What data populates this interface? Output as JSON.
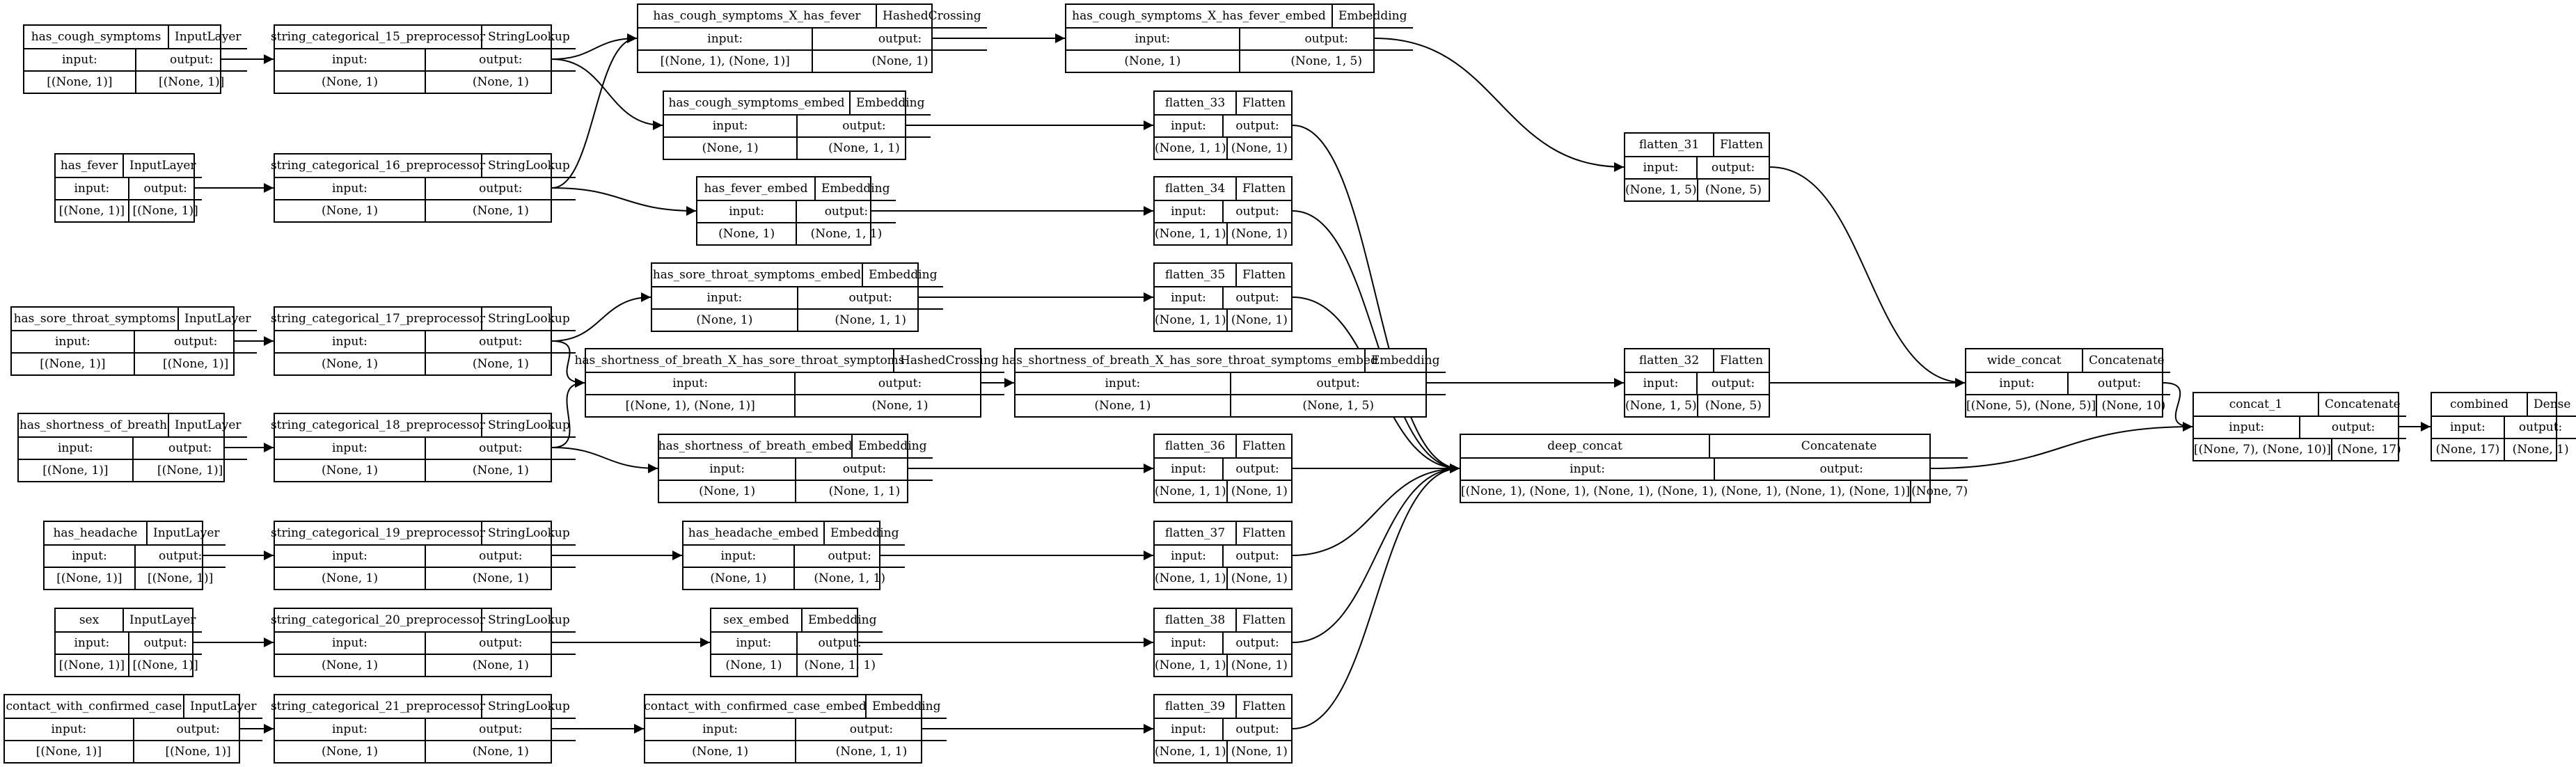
{
  "diagram": {
    "nodes": [
      {
        "id": "has_cough_symptoms",
        "name": "has_cough_symptoms",
        "type": "InputLayer",
        "input_label": "input:",
        "output_label": "output:",
        "input": "[(None, 1)]",
        "output": "[(None, 1)]"
      },
      {
        "id": "string_categorical_15_preprocessor",
        "name": "string_categorical_15_preprocessor",
        "type": "StringLookup",
        "input_label": "input:",
        "output_label": "output:",
        "input": "(None, 1)",
        "output": "(None, 1)"
      },
      {
        "id": "has_cough_symptoms_X_has_fever",
        "name": "has_cough_symptoms_X_has_fever",
        "type": "HashedCrossing",
        "input_label": "input:",
        "output_label": "output:",
        "input": "[(None, 1), (None, 1)]",
        "output": "(None, 1)"
      },
      {
        "id": "has_cough_symptoms_X_has_fever_embed",
        "name": "has_cough_symptoms_X_has_fever_embed",
        "type": "Embedding",
        "input_label": "input:",
        "output_label": "output:",
        "input": "(None, 1)",
        "output": "(None, 1, 5)"
      },
      {
        "id": "has_cough_symptoms_embed",
        "name": "has_cough_symptoms_embed",
        "type": "Embedding",
        "input_label": "input:",
        "output_label": "output:",
        "input": "(None, 1)",
        "output": "(None, 1, 1)"
      },
      {
        "id": "flatten_33",
        "name": "flatten_33",
        "type": "Flatten",
        "input_label": "input:",
        "output_label": "output:",
        "input": "(None, 1, 1)",
        "output": "(None, 1)"
      },
      {
        "id": "flatten_31",
        "name": "flatten_31",
        "type": "Flatten",
        "input_label": "input:",
        "output_label": "output:",
        "input": "(None, 1, 5)",
        "output": "(None, 5)"
      },
      {
        "id": "has_fever",
        "name": "has_fever",
        "type": "InputLayer",
        "input_label": "input:",
        "output_label": "output:",
        "input": "[(None, 1)]",
        "output": "[(None, 1)]"
      },
      {
        "id": "string_categorical_16_preprocessor",
        "name": "string_categorical_16_preprocessor",
        "type": "StringLookup",
        "input_label": "input:",
        "output_label": "output:",
        "input": "(None, 1)",
        "output": "(None, 1)"
      },
      {
        "id": "has_fever_embed",
        "name": "has_fever_embed",
        "type": "Embedding",
        "input_label": "input:",
        "output_label": "output:",
        "input": "(None, 1)",
        "output": "(None, 1, 1)"
      },
      {
        "id": "flatten_34",
        "name": "flatten_34",
        "type": "Flatten",
        "input_label": "input:",
        "output_label": "output:",
        "input": "(None, 1, 1)",
        "output": "(None, 1)"
      },
      {
        "id": "has_sore_throat_symptoms_embed",
        "name": "has_sore_throat_symptoms_embed",
        "type": "Embedding",
        "input_label": "input:",
        "output_label": "output:",
        "input": "(None, 1)",
        "output": "(None, 1, 1)"
      },
      {
        "id": "flatten_35",
        "name": "flatten_35",
        "type": "Flatten",
        "input_label": "input:",
        "output_label": "output:",
        "input": "(None, 1, 1)",
        "output": "(None, 1)"
      },
      {
        "id": "has_sore_throat_symptoms",
        "name": "has_sore_throat_symptoms",
        "type": "InputLayer",
        "input_label": "input:",
        "output_label": "output:",
        "input": "[(None, 1)]",
        "output": "[(None, 1)]"
      },
      {
        "id": "string_categorical_17_preprocessor",
        "name": "string_categorical_17_preprocessor",
        "type": "StringLookup",
        "input_label": "input:",
        "output_label": "output:",
        "input": "(None, 1)",
        "output": "(None, 1)"
      },
      {
        "id": "has_shortness_of_breath_X_has_sore_throat_symptoms",
        "name": "has_shortness_of_breath_X_has_sore_throat_symptoms",
        "type": "HashedCrossing",
        "input_label": "input:",
        "output_label": "output:",
        "input": "[(None, 1), (None, 1)]",
        "output": "(None, 1)"
      },
      {
        "id": "has_shortness_of_breath_X_has_sore_throat_symptoms_embed",
        "name": "has_shortness_of_breath_X_has_sore_throat_symptoms_embed",
        "type": "Embedding",
        "input_label": "input:",
        "output_label": "output:",
        "input": "(None, 1)",
        "output": "(None, 1, 5)"
      },
      {
        "id": "flatten_32",
        "name": "flatten_32",
        "type": "Flatten",
        "input_label": "input:",
        "output_label": "output:",
        "input": "(None, 1, 5)",
        "output": "(None, 5)"
      },
      {
        "id": "wide_concat",
        "name": "wide_concat",
        "type": "Concatenate",
        "input_label": "input:",
        "output_label": "output:",
        "input": "[(None, 5), (None, 5)]",
        "output": "(None, 10)"
      },
      {
        "id": "concat_1",
        "name": "concat_1",
        "type": "Concatenate",
        "input_label": "input:",
        "output_label": "output:",
        "input": "[(None, 7), (None, 10)]",
        "output": "(None, 17)"
      },
      {
        "id": "combined",
        "name": "combined",
        "type": "Dense",
        "input_label": "input:",
        "output_label": "output:",
        "input": "(None, 17)",
        "output": "(None, 1)"
      },
      {
        "id": "has_shortness_of_breath",
        "name": "has_shortness_of_breath",
        "type": "InputLayer",
        "input_label": "input:",
        "output_label": "output:",
        "input": "[(None, 1)]",
        "output": "[(None, 1)]"
      },
      {
        "id": "string_categorical_18_preprocessor",
        "name": "string_categorical_18_preprocessor",
        "type": "StringLookup",
        "input_label": "input:",
        "output_label": "output:",
        "input": "(None, 1)",
        "output": "(None, 1)"
      },
      {
        "id": "has_shortness_of_breath_embed",
        "name": "has_shortness_of_breath_embed",
        "type": "Embedding",
        "input_label": "input:",
        "output_label": "output:",
        "input": "(None, 1)",
        "output": "(None, 1, 1)"
      },
      {
        "id": "flatten_36",
        "name": "flatten_36",
        "type": "Flatten",
        "input_label": "input:",
        "output_label": "output:",
        "input": "(None, 1, 1)",
        "output": "(None, 1)"
      },
      {
        "id": "deep_concat",
        "name": "deep_concat",
        "type": "Concatenate",
        "input_label": "input:",
        "output_label": "output:",
        "input": "[(None, 1), (None, 1), (None, 1), (None, 1), (None, 1), (None, 1), (None, 1)]",
        "output": "(None, 7)"
      },
      {
        "id": "has_headache",
        "name": "has_headache",
        "type": "InputLayer",
        "input_label": "input:",
        "output_label": "output:",
        "input": "[(None, 1)]",
        "output": "[(None, 1)]"
      },
      {
        "id": "string_categorical_19_preprocessor",
        "name": "string_categorical_19_preprocessor",
        "type": "StringLookup",
        "input_label": "input:",
        "output_label": "output:",
        "input": "(None, 1)",
        "output": "(None, 1)"
      },
      {
        "id": "has_headache_embed",
        "name": "has_headache_embed",
        "type": "Embedding",
        "input_label": "input:",
        "output_label": "output:",
        "input": "(None, 1)",
        "output": "(None, 1, 1)"
      },
      {
        "id": "flatten_37",
        "name": "flatten_37",
        "type": "Flatten",
        "input_label": "input:",
        "output_label": "output:",
        "input": "(None, 1, 1)",
        "output": "(None, 1)"
      },
      {
        "id": "sex",
        "name": "sex",
        "type": "InputLayer",
        "input_label": "input:",
        "output_label": "output:",
        "input": "[(None, 1)]",
        "output": "[(None, 1)]"
      },
      {
        "id": "string_categorical_20_preprocessor",
        "name": "string_categorical_20_preprocessor",
        "type": "StringLookup",
        "input_label": "input:",
        "output_label": "output:",
        "input": "(None, 1)",
        "output": "(None, 1)"
      },
      {
        "id": "sex_embed",
        "name": "sex_embed",
        "type": "Embedding",
        "input_label": "input:",
        "output_label": "output:",
        "input": "(None, 1)",
        "output": "(None, 1, 1)"
      },
      {
        "id": "flatten_38",
        "name": "flatten_38",
        "type": "Flatten",
        "input_label": "input:",
        "output_label": "output:",
        "input": "(None, 1, 1)",
        "output": "(None, 1)"
      },
      {
        "id": "contact_with_confirmed_case",
        "name": "contact_with_confirmed_case",
        "type": "InputLayer",
        "input_label": "input:",
        "output_label": "output:",
        "input": "[(None, 1)]",
        "output": "[(None, 1)]"
      },
      {
        "id": "string_categorical_21_preprocessor",
        "name": "string_categorical_21_preprocessor",
        "type": "StringLookup",
        "input_label": "input:",
        "output_label": "output:",
        "input": "(None, 1)",
        "output": "(None, 1)"
      },
      {
        "id": "contact_with_confirmed_case_embed",
        "name": "contact_with_confirmed_case_embed",
        "type": "Embedding",
        "input_label": "input:",
        "output_label": "output:",
        "input": "(None, 1)",
        "output": "(None, 1, 1)"
      },
      {
        "id": "flatten_39",
        "name": "flatten_39",
        "type": "Flatten",
        "input_label": "input:",
        "output_label": "output:",
        "input": "(None, 1, 1)",
        "output": "(None, 1)"
      }
    ],
    "edges": [
      [
        "has_cough_symptoms",
        "string_categorical_15_preprocessor"
      ],
      [
        "string_categorical_15_preprocessor",
        "has_cough_symptoms_X_has_fever"
      ],
      [
        "string_categorical_15_preprocessor",
        "has_cough_symptoms_embed"
      ],
      [
        "string_categorical_16_preprocessor",
        "has_cough_symptoms_X_has_fever"
      ],
      [
        "has_cough_symptoms_X_has_fever",
        "has_cough_symptoms_X_has_fever_embed"
      ],
      [
        "has_cough_symptoms_X_has_fever_embed",
        "flatten_31"
      ],
      [
        "has_cough_symptoms_embed",
        "flatten_33"
      ],
      [
        "has_fever",
        "string_categorical_16_preprocessor"
      ],
      [
        "string_categorical_16_preprocessor",
        "has_fever_embed"
      ],
      [
        "has_fever_embed",
        "flatten_34"
      ],
      [
        "string_categorical_17_preprocessor",
        "has_sore_throat_symptoms_embed"
      ],
      [
        "has_sore_throat_symptoms_embed",
        "flatten_35"
      ],
      [
        "has_sore_throat_symptoms",
        "string_categorical_17_preprocessor"
      ],
      [
        "string_categorical_17_preprocessor",
        "has_shortness_of_breath_X_has_sore_throat_symptoms"
      ],
      [
        "string_categorical_18_preprocessor",
        "has_shortness_of_breath_X_has_sore_throat_symptoms"
      ],
      [
        "has_shortness_of_breath_X_has_sore_throat_symptoms",
        "has_shortness_of_breath_X_has_sore_throat_symptoms_embed"
      ],
      [
        "has_shortness_of_breath_X_has_sore_throat_symptoms_embed",
        "flatten_32"
      ],
      [
        "flatten_31",
        "wide_concat"
      ],
      [
        "flatten_32",
        "wide_concat"
      ],
      [
        "wide_concat",
        "concat_1"
      ],
      [
        "deep_concat",
        "concat_1"
      ],
      [
        "concat_1",
        "combined"
      ],
      [
        "has_shortness_of_breath",
        "string_categorical_18_preprocessor"
      ],
      [
        "string_categorical_18_preprocessor",
        "has_shortness_of_breath_embed"
      ],
      [
        "has_shortness_of_breath_embed",
        "flatten_36"
      ],
      [
        "flatten_33",
        "deep_concat"
      ],
      [
        "flatten_34",
        "deep_concat"
      ],
      [
        "flatten_35",
        "deep_concat"
      ],
      [
        "flatten_36",
        "deep_concat"
      ],
      [
        "flatten_37",
        "deep_concat"
      ],
      [
        "flatten_38",
        "deep_concat"
      ],
      [
        "flatten_39",
        "deep_concat"
      ],
      [
        "has_headache",
        "string_categorical_19_preprocessor"
      ],
      [
        "string_categorical_19_preprocessor",
        "has_headache_embed"
      ],
      [
        "has_headache_embed",
        "flatten_37"
      ],
      [
        "sex",
        "string_categorical_20_preprocessor"
      ],
      [
        "string_categorical_20_preprocessor",
        "sex_embed"
      ],
      [
        "sex_embed",
        "flatten_38"
      ],
      [
        "contact_with_confirmed_case",
        "string_categorical_21_preprocessor"
      ],
      [
        "string_categorical_21_preprocessor",
        "contact_with_confirmed_case_embed"
      ],
      [
        "contact_with_confirmed_case_embed",
        "flatten_39"
      ]
    ]
  }
}
